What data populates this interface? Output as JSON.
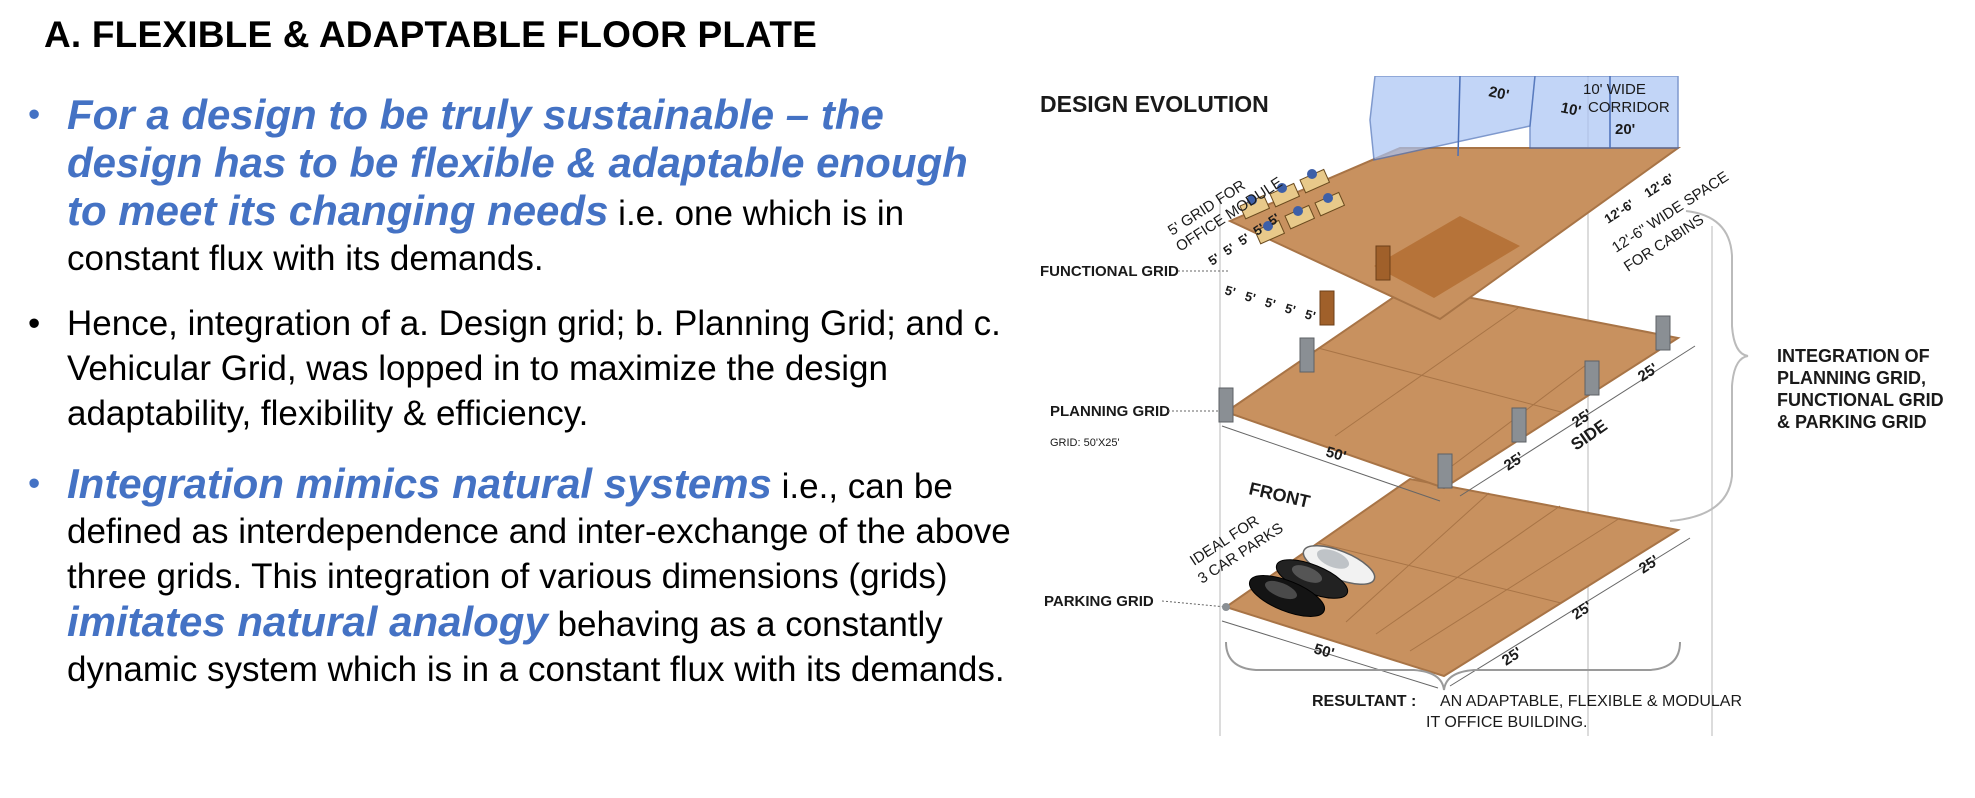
{
  "slide": {
    "title": "A. FLEXIBLE & ADAPTABLE FLOOR PLATE",
    "bullets": [
      {
        "emphasis": "For a design to be truly sustainable – the design has to be flexible & adaptable enough to meet its changing needs",
        "rest": " i.e. one which is in constant flux with its demands."
      },
      {
        "text": "Hence, integration of a. Design grid; b. Planning Grid; and c. Vehicular Grid, was lopped in to maximize the design adaptability, flexibility & efficiency."
      },
      {
        "emphasis": "Integration mimics natural systems",
        "mid": " i.e., can be defined as interdependence and inter-exchange of the above three grids. This integration of various dimensions (grids) ",
        "emphasis2": "imitates natural analogy",
        "rest": " behaving as a constantly dynamic system which is in a constant flux with its demands."
      }
    ]
  },
  "figure": {
    "heading": "DESIGN EVOLUTION",
    "labels": {
      "functional_grid": "FUNCTIONAL GRID",
      "planning_grid": "PLANNING GRID",
      "grid_size": "GRID: 50'X25'",
      "parking_grid": "PARKING GRID",
      "front": "FRONT",
      "side": "SIDE",
      "office_module_1": "5' GRID FOR",
      "office_module_2": "OFFICE MODULE",
      "corridor_1": "10' WIDE",
      "corridor_2": "CORRIDOR",
      "cabins_1": "12'-6\" WIDE SPACE",
      "cabins_2": "FOR CABINS",
      "car_parks_1": "IDEAL FOR",
      "car_parks_2": "3 CAR PARKS",
      "integration_1": "INTEGRATION OF",
      "integration_2": "PLANNING GRID,",
      "integration_3": "FUNCTIONAL GRID",
      "integration_4": "& PARKING GRID",
      "resultant_label": "RESULTANT :",
      "resultant_1": "AN ADAPTABLE, FLEXIBLE & MODULAR",
      "resultant_2": "IT OFFICE BUILDING."
    },
    "dimensions": {
      "d20_top": "20'",
      "d10": "10'",
      "d20_corridor": "20'",
      "d12_6_a": "12'-6'",
      "d12_6_b": "12'-6'",
      "five_top": [
        "5'",
        "5'",
        "5'",
        "5'",
        "5'"
      ],
      "five_bottom": [
        "5'",
        "5'",
        "5'",
        "5'",
        "5'"
      ],
      "planning_50": "50'",
      "planning_25": [
        "25'",
        "25'",
        "25'"
      ],
      "parking_50": "50'",
      "parking_25": [
        "25'",
        "25'",
        "25'"
      ]
    },
    "colors": {
      "slab": "#c8915f",
      "slab_edge": "#a87446",
      "glass": "#a9c4f5",
      "accent_blue": "#4472C4",
      "column": "#8a8f94"
    }
  }
}
